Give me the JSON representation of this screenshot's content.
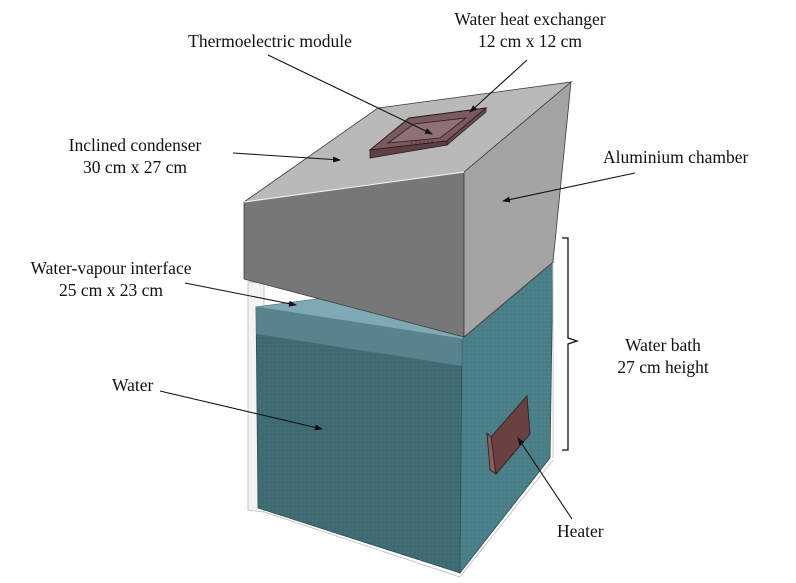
{
  "labels": {
    "thermoelectric": "Thermoelectric module",
    "heat_exchanger_line1": "Water heat exchanger",
    "heat_exchanger_line2": "12 cm x 12 cm",
    "condenser_line1": "Inclined condenser",
    "condenser_line2": "30 cm x 27 cm",
    "chamber": "Aluminium chamber",
    "interface_line1": "Water-vapour interface",
    "interface_line2": "25 cm x 23 cm",
    "water": "Water",
    "bath_line1": "Water bath",
    "bath_line2": "27 cm height",
    "heater": "Heater"
  },
  "colors": {
    "water_front": "#3f6b73",
    "water_side": "#4a7f88",
    "water_surface": "#7fa9b4",
    "condenser_top": "#b9b9b9",
    "chamber_front": "#777777",
    "chamber_side": "#a4a4a4",
    "heater": "#6b4040",
    "exchanger": "#7a5a5e"
  }
}
